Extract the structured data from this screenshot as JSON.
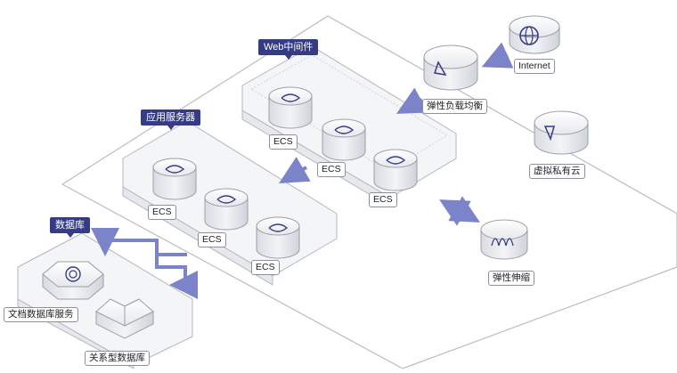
{
  "groups": {
    "web_middleware": "Web中间件",
    "app_server": "应用服务器",
    "database": "数据库"
  },
  "nodes": {
    "internet": "Internet",
    "load_balancer": "弹性负载均衡",
    "vpc": "虚拟私有云",
    "autoscaling": "弹性伸缩",
    "ecs": "ECS",
    "doc_db": "文档数据库服务",
    "rel_db": "关系型数据库"
  },
  "colors": {
    "group_bg": "#353c84",
    "arrow": "#7b83c9",
    "outline": "#b8bcc6"
  },
  "icons": [
    "globe-icon",
    "balancer-icon",
    "vpc-icon",
    "server-icon",
    "autoscale-icon",
    "doc-db-icon",
    "rel-db-icon"
  ]
}
